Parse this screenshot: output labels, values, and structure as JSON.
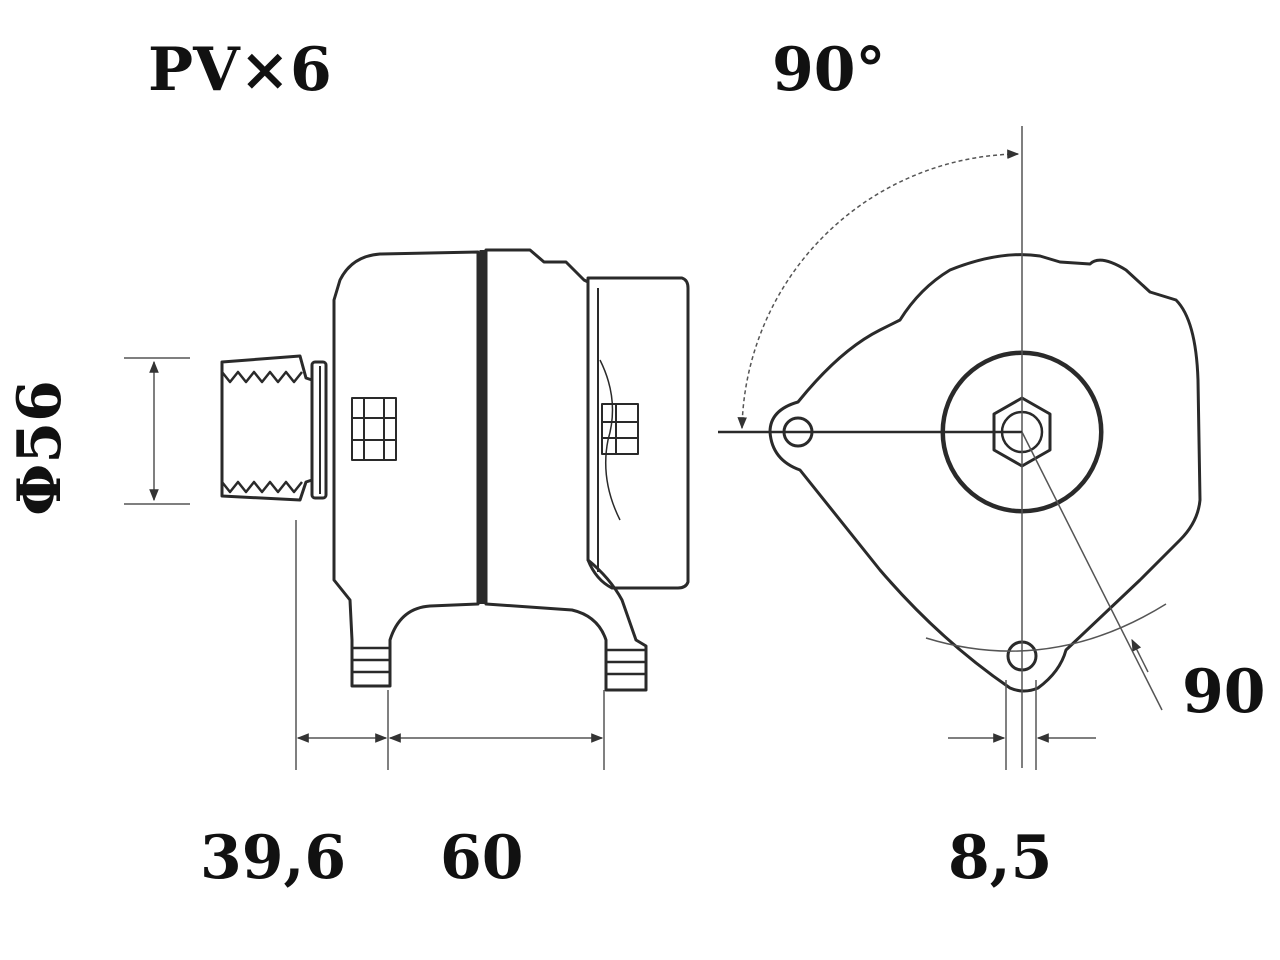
{
  "labels": {
    "belt": "PV×6",
    "angle": "90°",
    "diameter": "Φ56",
    "dim_pulley_offset": "39,6",
    "dim_mount_spacing": "60",
    "dim_bolt_width": "8,5",
    "dim_radius": "90"
  },
  "colors": {
    "line": "#2a2a2a",
    "dim": "#555555",
    "background": "#ffffff"
  }
}
